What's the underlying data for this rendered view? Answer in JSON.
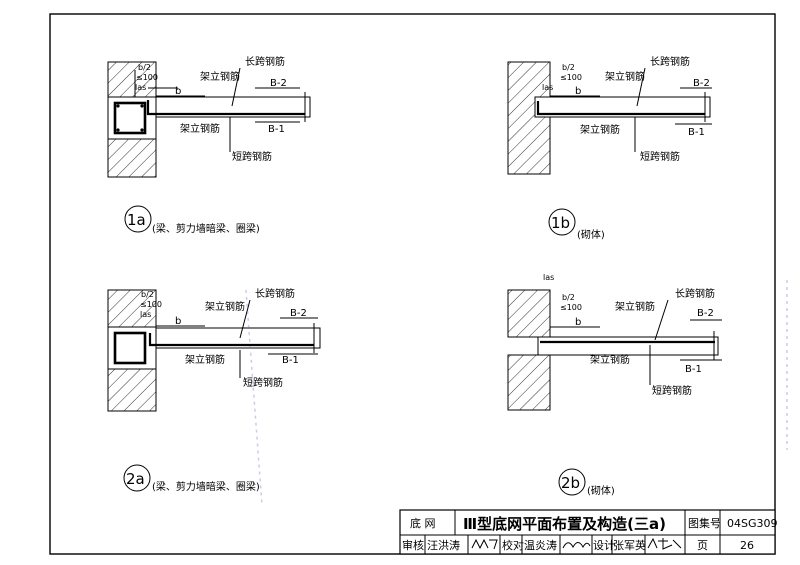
{
  "labels": {
    "b_half": "b/2",
    "le100": "≤100",
    "las": "las",
    "b": "b",
    "support_bar": "架立钢筋",
    "long_bar": "长跨钢筋",
    "short_bar": "短跨钢筋",
    "b2": "B-2",
    "b1": "B-1"
  },
  "details": [
    {
      "num": "1a",
      "caption": "(梁、剪力墙暗梁、圈梁)"
    },
    {
      "num": "1b",
      "caption": "(砌体)"
    },
    {
      "num": "2a",
      "caption": "(梁、剪力墙暗梁、圈梁)"
    },
    {
      "num": "2b",
      "caption": "(砌体)"
    }
  ],
  "title_block": {
    "category": "底  网",
    "title": "Ⅲ型底网平面布置及构造(三a)",
    "atlas_label": "图集号",
    "atlas_no": "04SG309",
    "review_label": "审核",
    "reviewer": "汪洪涛",
    "proof_label": "校对",
    "proofer": "温炎涛",
    "design_label": "设计",
    "designer": "张军英",
    "page_label": "页",
    "page_no": "26"
  }
}
